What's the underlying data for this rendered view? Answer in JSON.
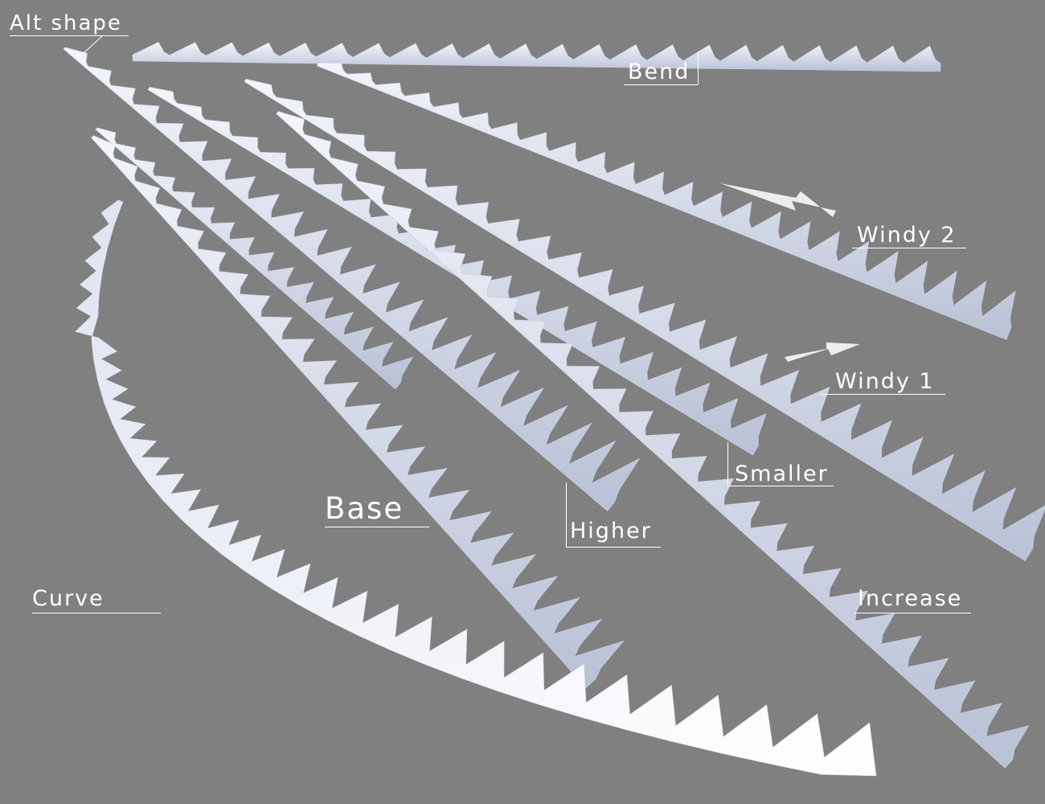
{
  "labels": {
    "alt_shape": "Alt shape",
    "bend": "Bend",
    "windy2": "Windy 2",
    "windy1": "Windy 1",
    "smaller": "Smaller",
    "higher": "Higher",
    "base": "Base",
    "increase": "Increase",
    "curve": "Curve"
  },
  "colors": {
    "background": "#808080",
    "frost": "#e6eaf4",
    "frost_shadow": "#aeb6cc",
    "text": "#ffffff"
  }
}
